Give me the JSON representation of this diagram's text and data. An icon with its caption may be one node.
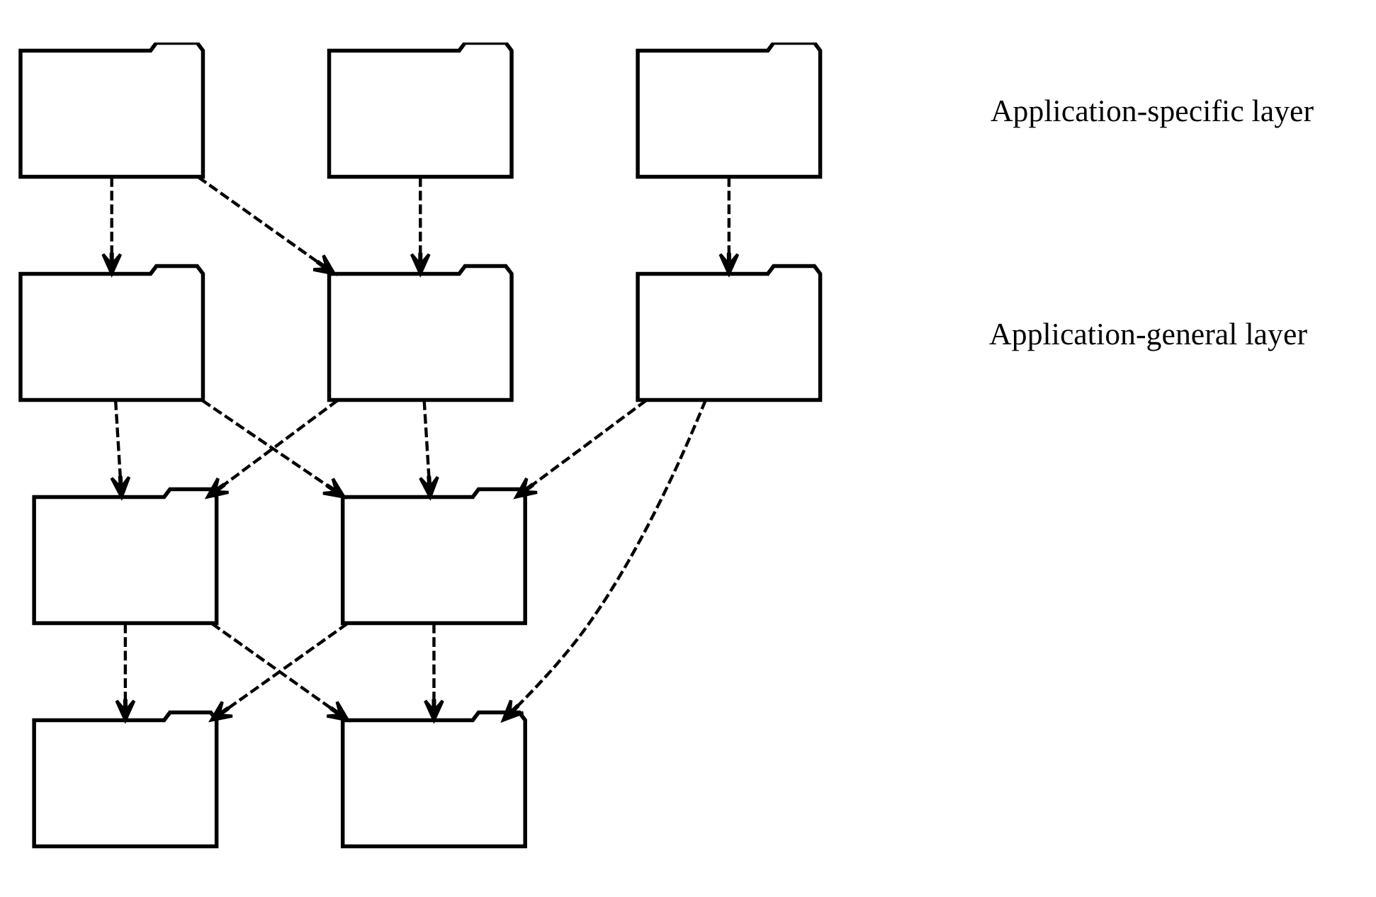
{
  "diagram": {
    "nodes": [
      {
        "text": [],
        "shape": "folder"
      },
      {
        "text": [],
        "shape": "folder"
      },
      {
        "text": [],
        "shape": "folder"
      },
      {
        "text": [],
        "shape": "folder"
      },
      {
        "text": [],
        "shape": "folder"
      },
      {
        "text": [],
        "shape": "folder"
      },
      {
        "text": [],
        "shape": "folder"
      },
      {
        "text": [],
        "shape": "folder"
      },
      {
        "text": [],
        "shape": "folder"
      },
      {
        "text": [],
        "shape": "folder"
      }
    ],
    "edges": [
      {
        "from": 0,
        "to": 3,
        "arrow": "to",
        "style": "dashed"
      },
      {
        "from": 0,
        "to": 4,
        "arrow": "to",
        "style": "dashed"
      },
      {
        "from": 1,
        "to": 4,
        "arrow": "to",
        "style": "dashed"
      },
      {
        "from": 2,
        "to": 5,
        "arrow": "to",
        "style": "dashed"
      },
      {
        "from": 3,
        "to": 6,
        "arrow": "to",
        "style": "dashed"
      },
      {
        "from": 3,
        "to": 7,
        "arrow": "to",
        "style": "dashed"
      },
      {
        "from": 4,
        "to": 6,
        "arrow": "to",
        "style": "dashed"
      },
      {
        "from": 4,
        "to": 7,
        "arrow": "to",
        "style": "dashed"
      },
      {
        "from": 5,
        "to": 7,
        "arrow": "to",
        "style": "dashed"
      },
      {
        "from": 5,
        "to": 9,
        "arrow": "to",
        "style": "dashed"
      },
      {
        "from": 6,
        "to": 8,
        "arrow": "to",
        "style": "dashed"
      },
      {
        "from": 6,
        "to": 9,
        "arrow": "to",
        "style": "dashed"
      },
      {
        "from": 7,
        "to": 8,
        "arrow": "to",
        "style": "dashed"
      },
      {
        "from": 7,
        "to": 9,
        "arrow": "to",
        "style": "dashed"
      }
    ],
    "labels": [
      "Application-specific layer",
      "Application-general layer"
    ]
  }
}
